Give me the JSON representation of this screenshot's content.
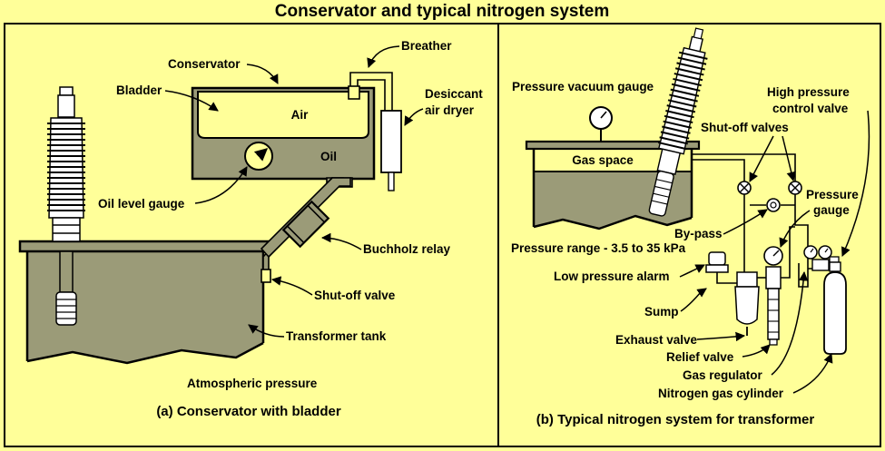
{
  "title": "Conservator and typical nitrogen system",
  "panel_a": {
    "caption": "(a) Conservator with bladder",
    "labels": {
      "conservator": "Conservator",
      "breather": "Breather",
      "bladder": "Bladder",
      "air": "Air",
      "oil": "Oil",
      "desiccant_1": "Desiccant",
      "desiccant_2": "air dryer",
      "oil_level_gauge": "Oil level gauge",
      "buchholz_relay": "Buchholz relay",
      "shutoff_valve": "Shut-off valve",
      "transformer_tank": "Transformer tank",
      "atmospheric_pressure": "Atmospheric pressure"
    }
  },
  "panel_b": {
    "caption": "(b) Typical nitrogen system for transformer",
    "labels": {
      "pressure_vacuum_gauge": "Pressure vacuum gauge",
      "high_pressure_1": "High pressure",
      "high_pressure_2": "control valve",
      "shutoff_valves": "Shut-off valves",
      "gas_space": "Gas space",
      "pressure_gauge_1": "Pressure",
      "pressure_gauge_2": "gauge",
      "bypass": "By-pass",
      "pressure_range": "Pressure range - 3.5 to 35 kPa",
      "low_pressure_alarm": "Low pressure alarm",
      "sump": "Sump",
      "exhaust_valve": "Exhaust valve",
      "relief_valve": "Relief valve",
      "gas_regulator": "Gas regulator",
      "nitrogen_cylinder": "Nitrogen gas cylinder"
    }
  },
  "colors": {
    "background": "#ffff99",
    "oil": "#9b9b78",
    "line": "#000000"
  }
}
